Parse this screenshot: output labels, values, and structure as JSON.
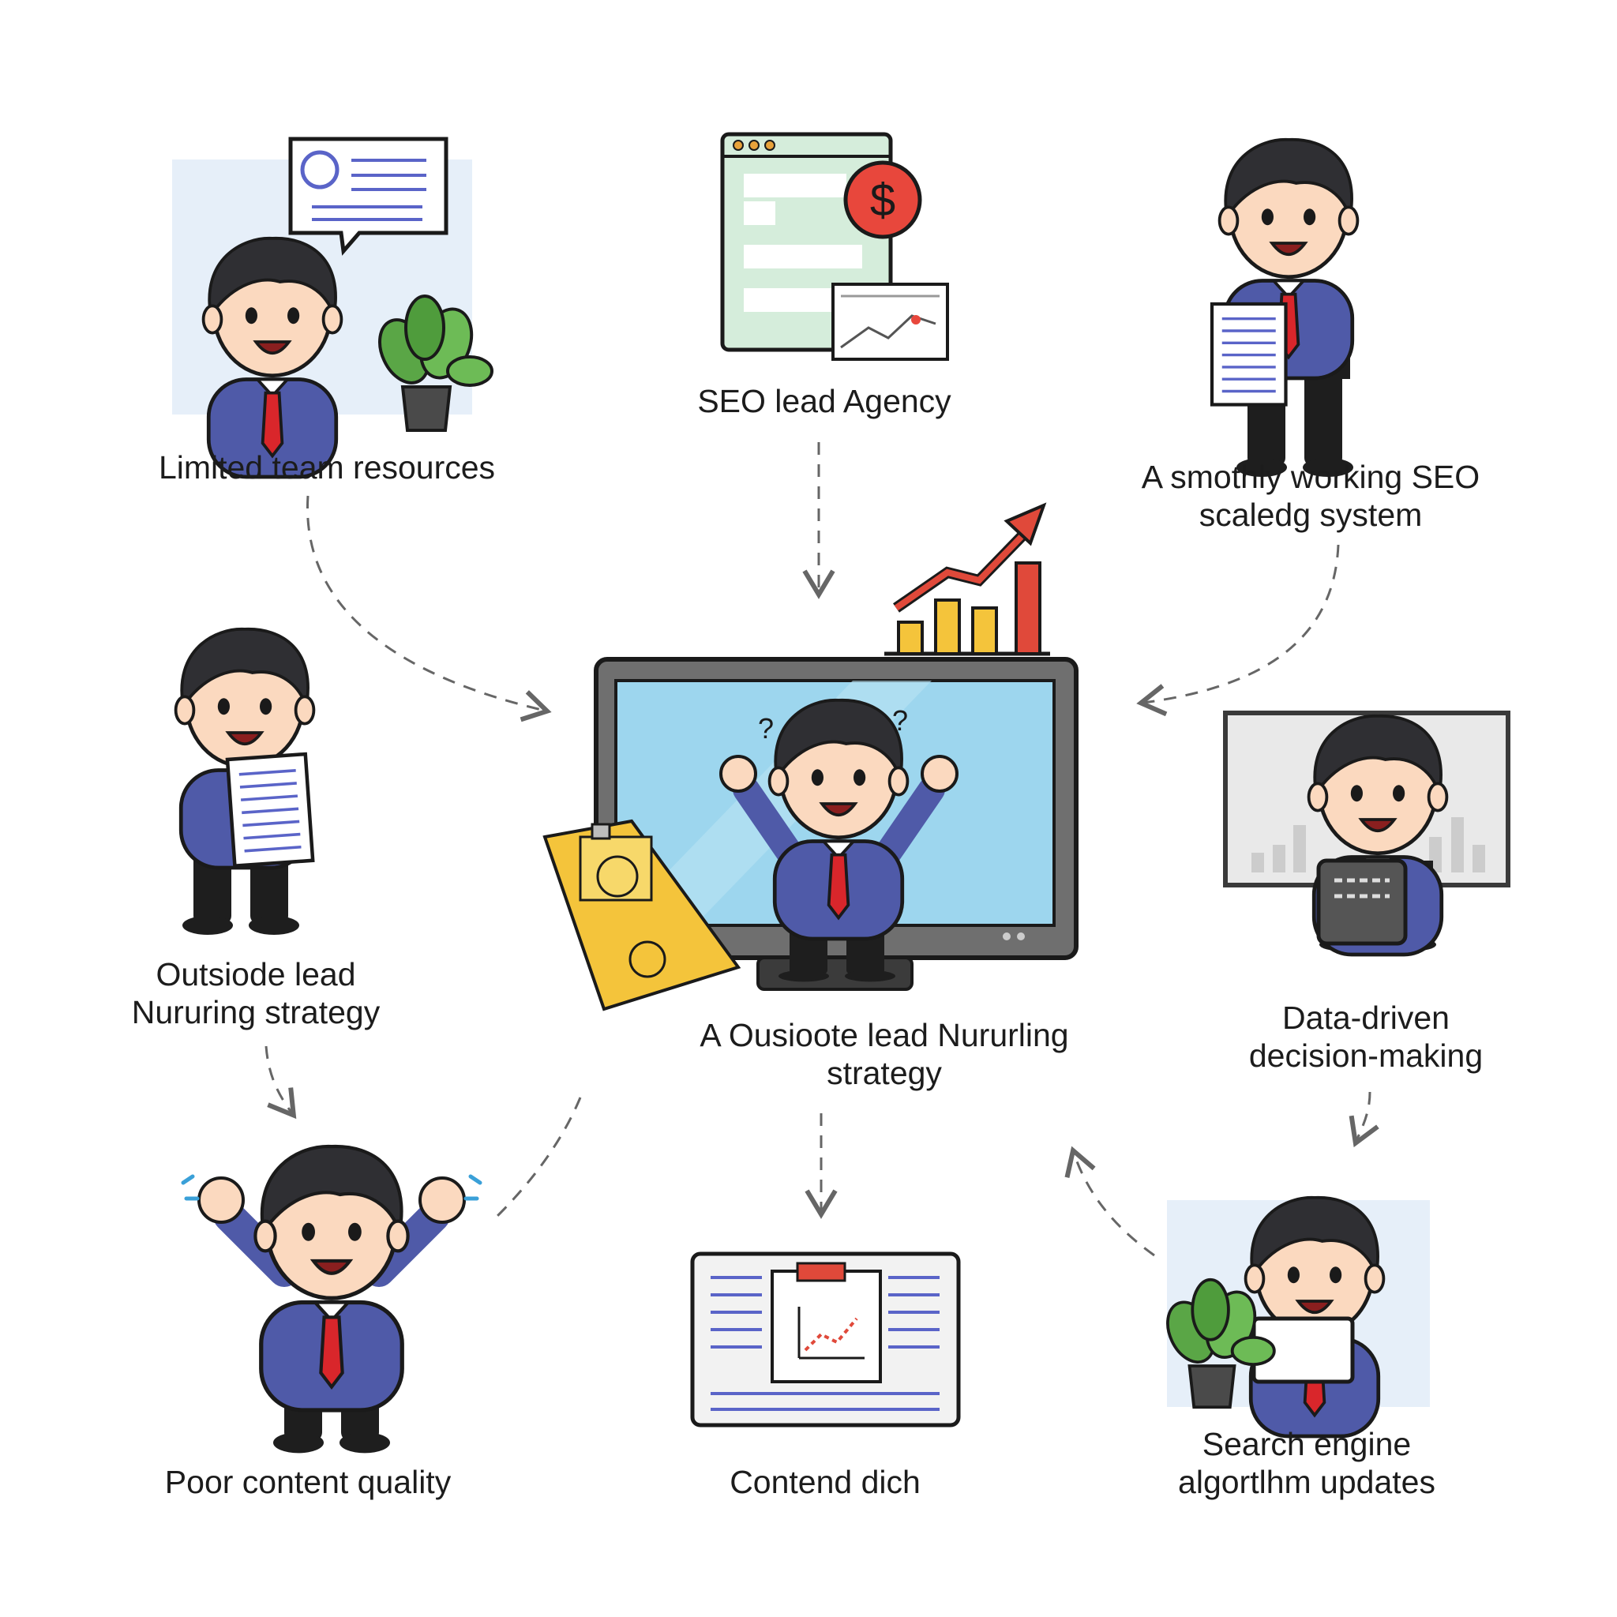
{
  "colors": {
    "suit": "#4f5aa8",
    "tie": "#d9262b",
    "hair": "#2f2f33",
    "skin": "#fbd9bf",
    "plant": "#5aa646",
    "panel_blue": "#e6eff9",
    "screen_blue": "#9dd6ee",
    "chart_yellow": "#f4c43b",
    "chart_red": "#e0493a",
    "dollar_red": "#e8473c",
    "browser_green": "#d5eddb",
    "arrow_gray": "#666666"
  },
  "nodes": {
    "limited_team": {
      "lines": [
        "Limited team resources"
      ]
    },
    "seo_agency": {
      "lines": [
        "SEO lead Agency"
      ]
    },
    "smooth_system": {
      "lines": [
        "A smothly working SEO",
        "scaledg system"
      ]
    },
    "outside_lead": {
      "lines": [
        "Outsiode lead",
        "Nururing strategy"
      ]
    },
    "center": {
      "lines": [
        "A Ousioote lead Nururling",
        "strategy"
      ]
    },
    "data_driven": {
      "lines": [
        "Data-driven",
        "decision-making"
      ]
    },
    "poor_content": {
      "lines": [
        "Poor content quality"
      ]
    },
    "content_dich": {
      "lines": [
        "Contend dich"
      ]
    },
    "search_engine": {
      "lines": [
        "Search engine",
        "algortlhm updates"
      ]
    }
  },
  "icons": {
    "limited_team": "person-with-speech-bubble-and-plant-icon",
    "seo_agency": "browser-with-dollar-icon",
    "smooth_system": "person-holding-document-icon",
    "outside_lead": "person-holding-document-icon",
    "center": "monitor-with-cheering-person-icon",
    "data_driven": "person-with-tablet-and-chart-icon",
    "poor_content": "cheering-person-icon",
    "content_dich": "document-with-chart-icon",
    "search_engine": "person-with-tablet-and-plant-icon"
  }
}
